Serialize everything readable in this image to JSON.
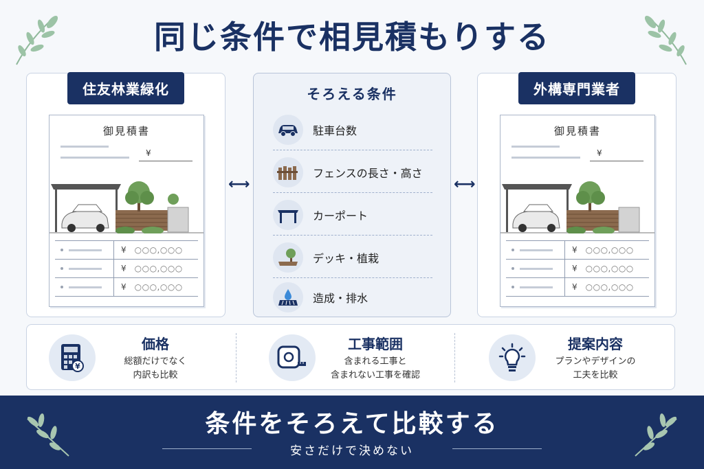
{
  "title": "同じ条件で相見積もりする",
  "left_card": {
    "tag": "住友林業緑化",
    "doc_title": "御見積書",
    "yen": "¥",
    "rows": [
      {
        "yen": "¥",
        "amount": "○○○,○○○"
      },
      {
        "yen": "¥",
        "amount": "○○○,○○○"
      },
      {
        "yen": "¥",
        "amount": "○○○,○○○"
      }
    ]
  },
  "right_card": {
    "tag": "外構専門業者",
    "doc_title": "御見積書",
    "yen": "¥",
    "rows": [
      {
        "yen": "¥",
        "amount": "○○○,○○○"
      },
      {
        "yen": "¥",
        "amount": "○○○,○○○"
      },
      {
        "yen": "¥",
        "amount": "○○○,○○○"
      }
    ]
  },
  "conditions": {
    "title": "そろえる条件",
    "items": [
      {
        "label": "駐車台数",
        "icon": "car-icon"
      },
      {
        "label": "フェンスの長さ・高さ",
        "icon": "fence-icon"
      },
      {
        "label": "カーポート",
        "icon": "carport-icon"
      },
      {
        "label": "デッキ・植栽",
        "icon": "deck-tree-icon"
      },
      {
        "label": "造成・排水",
        "icon": "drainage-icon"
      }
    ]
  },
  "arrows": {
    "left": "⟷",
    "right": "⟷"
  },
  "points": [
    {
      "title": "価格",
      "desc1": "総額だけでなく",
      "desc2": "内訳も比較",
      "icon": "calculator-icon"
    },
    {
      "title": "工事範囲",
      "desc1": "含まれる工事と",
      "desc2": "含まれない工事を確認",
      "icon": "tape-measure-icon"
    },
    {
      "title": "提案内容",
      "desc1": "プランやデザインの",
      "desc2": "工夫を比較",
      "icon": "lightbulb-icon"
    }
  ],
  "banner": {
    "title": "条件をそろえて比較する",
    "subtitle": "安さだけで決めない"
  },
  "colors": {
    "navy": "#1a3163",
    "leaf": "#8fb89a",
    "panel": "#eef2f8"
  }
}
